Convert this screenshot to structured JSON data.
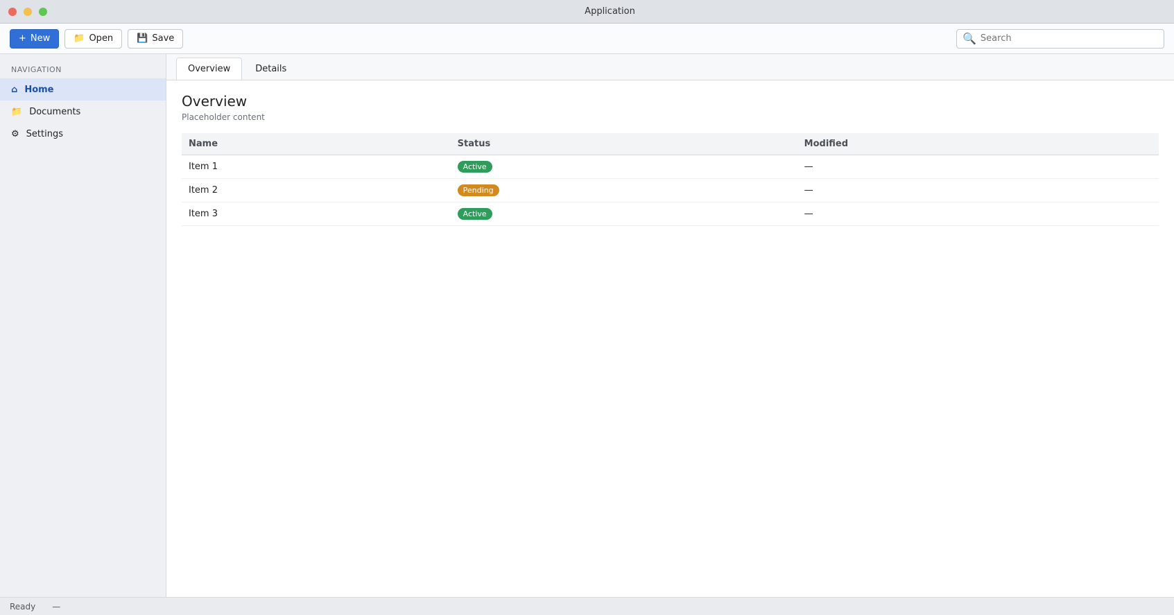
{
  "window": {
    "title": "Application"
  },
  "toolbar": {
    "new_label": "New",
    "open_label": "Open",
    "save_label": "Save",
    "search_placeholder": "Search"
  },
  "sidebar": {
    "heading": "Navigation",
    "items": [
      {
        "label": "Home",
        "icon": "home-icon"
      },
      {
        "label": "Documents",
        "icon": "folder-icon"
      },
      {
        "label": "Settings",
        "icon": "gear-icon"
      }
    ]
  },
  "tabs": [
    {
      "label": "Overview"
    },
    {
      "label": "Details"
    }
  ],
  "main": {
    "title": "Overview",
    "subtitle": "Placeholder content",
    "columns": [
      "Name",
      "Status",
      "Modified"
    ],
    "rows": [
      {
        "name": "Item 1",
        "status": "Active",
        "modified": "—"
      },
      {
        "name": "Item 2",
        "status": "Pending",
        "modified": "—"
      },
      {
        "name": "Item 3",
        "status": "Active",
        "modified": "—"
      }
    ]
  },
  "status": {
    "left": "Ready",
    "right": "—"
  },
  "colors": {
    "accent": "#2f6fd6",
    "active": "#2e9d5b",
    "pending": "#d28a1e"
  }
}
